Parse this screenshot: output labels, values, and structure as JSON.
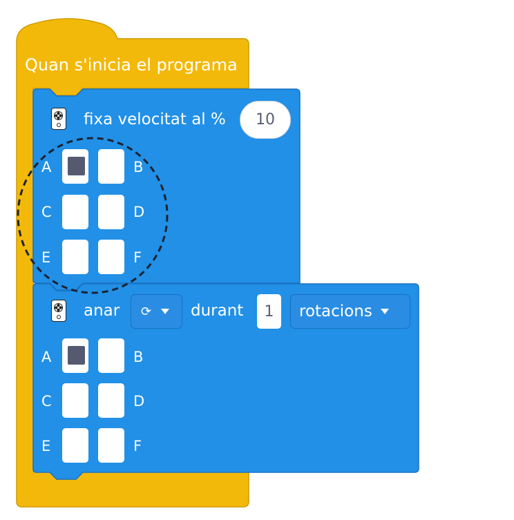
{
  "hat_block": {
    "label": "Quan s'inicia el programa",
    "color": "#f3b90a"
  },
  "speed_block": {
    "label": "fixa velocitat al %",
    "value": "10",
    "icon": "hub-icon",
    "color": "#2190e6",
    "ports": [
      {
        "left": "A",
        "right": "B",
        "left_selected": true,
        "right_selected": false
      },
      {
        "left": "C",
        "right": "D",
        "left_selected": false,
        "right_selected": false
      },
      {
        "left": "E",
        "right": "F",
        "left_selected": false,
        "right_selected": false
      }
    ]
  },
  "run_block": {
    "label_go": "anar",
    "direction_icon": "rotate-clockwise-icon",
    "direction_glyph": "⟳",
    "label_for": "durant",
    "amount": "1",
    "unit": "rotacions",
    "icon": "hub-icon",
    "ports": [
      {
        "left": "A",
        "right": "B",
        "left_selected": true,
        "right_selected": false
      },
      {
        "left": "C",
        "right": "D",
        "left_selected": false,
        "right_selected": false
      },
      {
        "left": "E",
        "right": "F",
        "left_selected": false,
        "right_selected": false
      }
    ]
  }
}
